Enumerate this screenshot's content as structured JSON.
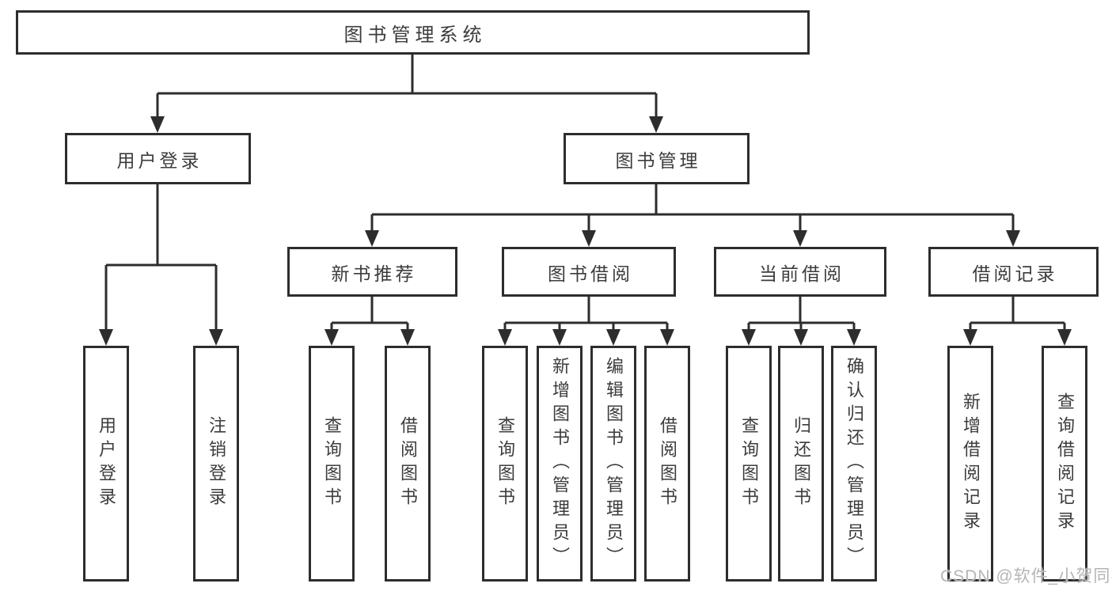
{
  "tree": {
    "root": {
      "label": "图书管理系统",
      "children": [
        {
          "label": "用户登录",
          "children": [
            {
              "label": "用户登录"
            },
            {
              "label": "注销登录"
            }
          ]
        },
        {
          "label": "图书管理",
          "children": [
            {
              "label": "新书推荐",
              "children": [
                {
                  "label": "查询图书"
                },
                {
                  "label": "借阅图书"
                }
              ]
            },
            {
              "label": "图书借阅",
              "children": [
                {
                  "label": "查询图书"
                },
                {
                  "label": "新增图书（管理员）"
                },
                {
                  "label": "编辑图书（管理员）"
                },
                {
                  "label": "借阅图书"
                }
              ]
            },
            {
              "label": "当前借阅",
              "children": [
                {
                  "label": "查询图书"
                },
                {
                  "label": "归还图书"
                },
                {
                  "label": "确认归还（管理员）"
                }
              ]
            },
            {
              "label": "借阅记录",
              "children": [
                {
                  "label": "新增借阅记录"
                },
                {
                  "label": "查询借阅记录"
                }
              ]
            }
          ]
        }
      ]
    }
  },
  "watermark": {
    "text": "CSDN @软件_小贺同学"
  },
  "colors": {
    "line": "#2d2d2d",
    "box_border": "#2d2d2d",
    "box_fill": "#ffffff",
    "text": "#3c3c3c",
    "watermark": "#b5b5b9",
    "background": "#ffffff"
  }
}
